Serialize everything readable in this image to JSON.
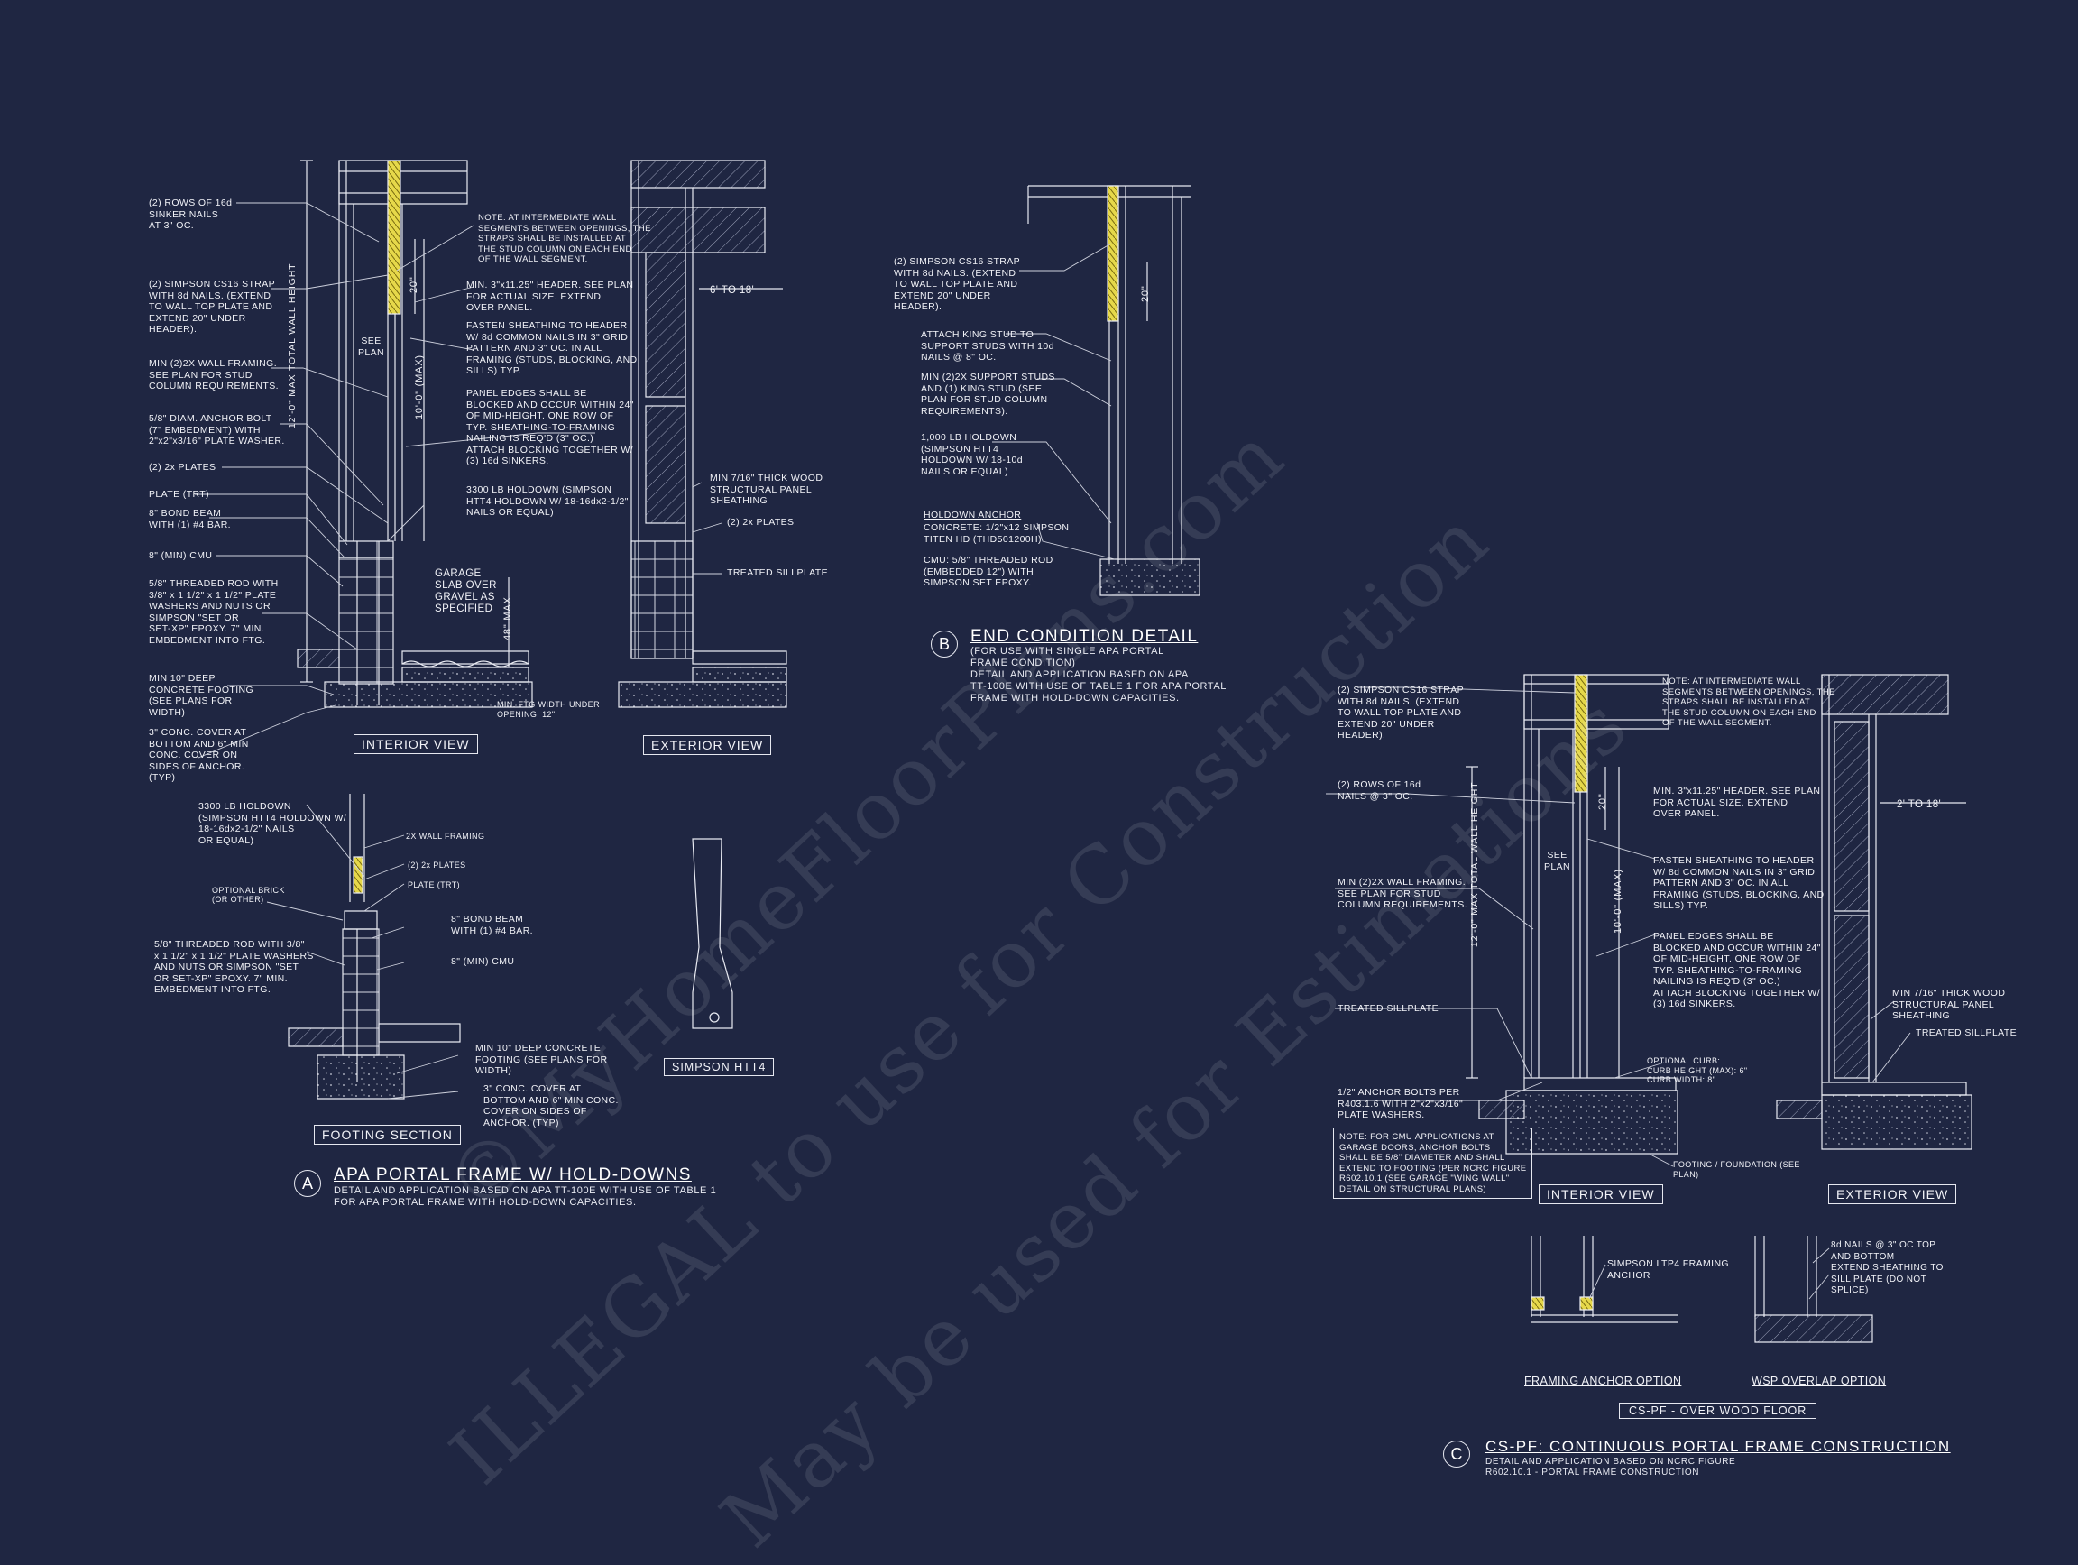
{
  "watermark": {
    "line1": "©MyHomeFloorPlans.com",
    "line2": "ILLEGAL to use for Construction",
    "line3": "May be used for Estimations"
  },
  "detail_a": {
    "tag": "A",
    "title": "APA PORTAL FRAME W/ HOLD-DOWNS",
    "subtitle": "DETAIL AND APPLICATION BASED ON APA TT-100E WITH USE OF TABLE 1\nFOR APA PORTAL FRAME WITH HOLD-DOWN CAPACITIES.",
    "interior_label": "INTERIOR VIEW",
    "exterior_label": "EXTERIOR VIEW",
    "footing_label": "FOOTING SECTION",
    "htt4_label": "SIMPSON HTT4",
    "left_notes": [
      "(2) ROWS OF 16d\nSINKER NAILS\nAT 3\" OC.",
      "(2) SIMPSON CS16 STRAP\nWITH 8d NAILS. (EXTEND\nTO WALL TOP PLATE AND\nEXTEND 20\" UNDER\nHEADER).",
      "MIN (2)2X WALL FRAMING.\nSEE PLAN FOR STUD\nCOLUMN REQUIREMENTS.",
      "5/8\" DIAM. ANCHOR BOLT\n(7\" EMBEDMENT) WITH\n2\"x2\"x3/16\" PLATE WASHER.",
      "(2) 2x PLATES",
      "PLATE (TRT)",
      "8\" BOND BEAM\nWITH (1) #4 BAR.",
      "8\" (MIN) CMU",
      "5/8\" THREADED ROD WITH\n3/8\" x 1 1/2\" x 1 1/2\" PLATE\nWASHERS AND NUTS OR\nSIMPSON \"SET OR\nSET-XP\" EPOXY. 7\" MIN.\nEMBEDMENT INTO FTG.",
      "MIN 10\" DEEP\nCONCRETE FOOTING\n(SEE PLANS FOR\nWIDTH)",
      "3\" CONC. COVER AT\nBOTTOM AND 6\" MIN\nCONC. COVER ON\nSIDES OF ANCHOR.\n(TYP)"
    ],
    "mid_notes": [
      "NOTE: AT INTERMEDIATE WALL\nSEGMENTS BETWEEN OPENINGS, THE\nSTRAPS SHALL BE INSTALLED AT\nTHE STUD COLUMN ON EACH END\nOF THE WALL SEGMENT.",
      "MIN. 3\"x11.25\" HEADER. SEE PLAN\nFOR ACTUAL SIZE. EXTEND\nOVER PANEL.",
      "FASTEN SHEATHING TO HEADER\nW/ 8d COMMON NAILS IN 3\" GRID\nPATTERN AND 3\" OC. IN ALL\nFRAMING (STUDS, BLOCKING, AND\nSILLS) TYP.",
      "PANEL EDGES SHALL BE\nBLOCKED AND OCCUR WITHIN 24\"\nOF MID-HEIGHT. ONE ROW OF\nTYP. SHEATHING-TO-FRAMING\nNAILING IS REQ'D (3\" OC.)\nATTACH BLOCKING TOGETHER W/\n(3) 16d SINKERS.",
      "3300 LB HOLDOWN (SIMPSON\nHTT4 HOLDOWN W/ 18-16dx2-1/2\"\nNAILS OR EQUAL)",
      "GARAGE\nSLAB OVER\nGRAVEL AS\nSPECIFIED",
      "MIN. FTG WIDTH UNDER\nOPENING: 12\""
    ],
    "ext_notes": [
      "6' TO 18'",
      "MIN 7/16\" THICK WOOD\nSTRUCTURAL PANEL\nSHEATHING",
      "(2) 2x PLATES",
      "TREATED SILLPLATE"
    ],
    "dims": {
      "total_height": "12'-0\" MAX TOTAL WALL HEIGHT",
      "see_plan": "SEE\nPLAN",
      "twenty": "20\"",
      "ten": "10'-0\" (MAX)",
      "max48": "48\" MAX"
    },
    "footing_notes": [
      "3300 LB HOLDOWN\n(SIMPSON HTT4 HOLDOWN W/\n18-16dx2-1/2\" NAILS\nOR EQUAL)",
      "2X WALL FRAMING",
      "(2) 2x PLATES",
      "PLATE (TRT)",
      "OPTIONAL BRICK\n(OR OTHER)",
      "8\" BOND BEAM\nWITH (1) #4 BAR.",
      "5/8\" THREADED ROD WITH 3/8\"\nx 1 1/2\" x 1 1/2\" PLATE WASHERS\nAND NUTS OR SIMPSON \"SET\nOR SET-XP\" EPOXY. 7\" MIN.\nEMBEDMENT INTO FTG.",
      "8\" (MIN) CMU",
      "MIN 10\" DEEP CONCRETE\nFOOTING (SEE PLANS FOR\nWIDTH)",
      "3\" CONC. COVER AT\nBOTTOM AND 6\" MIN CONC.\nCOVER ON SIDES OF\nANCHOR. (TYP)"
    ]
  },
  "detail_b": {
    "tag": "B",
    "title": "END CONDITION DETAIL",
    "subtitle": "(FOR USE WITH SINGLE APA PORTAL\nFRAME CONDITION)\nDETAIL AND APPLICATION BASED ON APA\nTT-100E WITH USE OF TABLE 1 FOR APA PORTAL\nFRAME WITH HOLD-DOWN CAPACITIES.",
    "notes": [
      "(2) SIMPSON CS16 STRAP\nWITH 8d NAILS. (EXTEND\nTO WALL TOP PLATE AND\nEXTEND 20\" UNDER\nHEADER).",
      "ATTACH KING STUD TO\nSUPPORT STUDS WITH 10d\nNAILS @ 8\" OC.",
      "MIN (2)2X SUPPORT STUDS\nAND (1) KING STUD (SEE\nPLAN FOR STUD COLUMN\nREQUIREMENTS).",
      "1,000 LB HOLDOWN\n(SIMPSON HTT4\nHOLDOWN W/ 18-10d\nNAILS OR EQUAL)",
      "HOLDOWN ANCHOR",
      "CONCRETE: 1/2\"x12 SIMPSON\nTITEN HD (THD501200H)",
      "CMU: 5/8\" THREADED ROD\n(EMBEDDED 12\") WITH\nSIMPSON SET EPOXY."
    ],
    "twenty": "20\""
  },
  "detail_c": {
    "tag": "C",
    "title": "CS-PF: CONTINUOUS PORTAL FRAME CONSTRUCTION",
    "subtitle": "DETAIL AND APPLICATION BASED ON NCRC FIGURE\nR602.10.1 - PORTAL FRAME CONSTRUCTION",
    "interior_label": "INTERIOR VIEW",
    "exterior_label": "EXTERIOR VIEW",
    "over_wood_label": "CS-PF - OVER WOOD FLOOR",
    "framing_anchor_label": "FRAMING ANCHOR OPTION",
    "wsp_label": "WSP OVERLAP OPTION",
    "left_notes": [
      "(2) SIMPSON CS16 STRAP\nWITH 8d NAILS. (EXTEND\nTO WALL TOP PLATE AND\nEXTEND 20\" UNDER\nHEADER).",
      "(2) ROWS OF 16d\nNAILS @ 3\" OC.",
      "MIN (2)2X WALL FRAMING.\nSEE PLAN FOR STUD\nCOLUMN REQUIREMENTS.",
      "TREATED SILLPLATE",
      "1/2\" ANCHOR BOLTS PER\nR403.1.6 WITH 2\"x2\"x3/16\"\nPLATE WASHERS."
    ],
    "cmu_note": "NOTE: FOR CMU APPLICATIONS AT\nGARAGE DOORS, ANCHOR BOLTS\nSHALL BE 5/8\" DIAMETER AND SHALL\nEXTEND TO FOOTING (PER NCRC FIGURE\nR602.10.1 (SEE GARAGE \"WING WALL\"\nDETAIL ON STRUCTURAL PLANS)",
    "mid_notes": [
      "NOTE: AT INTERMEDIATE WALL\nSEGMENTS BETWEEN OPENINGS, THE\nSTRAPS SHALL BE INSTALLED AT\nTHE STUD COLUMN ON EACH END\nOF THE WALL SEGMENT.",
      "MIN. 3\"x11.25\" HEADER. SEE PLAN\nFOR ACTUAL SIZE. EXTEND\nOVER PANEL.",
      "FASTEN SHEATHING TO HEADER\nW/ 8d COMMON NAILS IN 3\" GRID\nPATTERN AND 3\" OC. IN ALL\nFRAMING (STUDS, BLOCKING, AND\nSILLS) TYP.",
      "PANEL EDGES SHALL BE\nBLOCKED AND OCCUR WITHIN 24\"\nOF MID-HEIGHT. ONE ROW OF\nTYP. SHEATHING-TO-FRAMING\nNAILING IS REQ'D (3\" OC.)\nATTACH BLOCKING TOGETHER W/\n(3) 16d SINKERS.",
      "OPTIONAL CURB:\nCURB HEIGHT (MAX): 6\"\nCURB WIDTH: 8\"",
      "FOOTING / FOUNDATION (SEE\nPLAN)"
    ],
    "ext_notes": [
      "2' TO 18'",
      "MIN 7/16\" THICK WOOD\nSTRUCTURAL PANEL\nSHEATHING",
      "TREATED SILLPLATE"
    ],
    "small_notes": [
      "SIMPSON LTP4 FRAMING\nANCHOR",
      "8d NAILS @ 3\" OC TOP\nAND BOTTOM",
      "EXTEND SHEATHING TO\nSILL PLATE (DO NOT\nSPLICE)"
    ],
    "dims": {
      "total_height": "12'-0\" MAX TOTAL WALL HEIGHT",
      "see_plan": "SEE\nPLAN",
      "twenty": "20\"",
      "ten": "10'-0\" (MAX)"
    }
  }
}
